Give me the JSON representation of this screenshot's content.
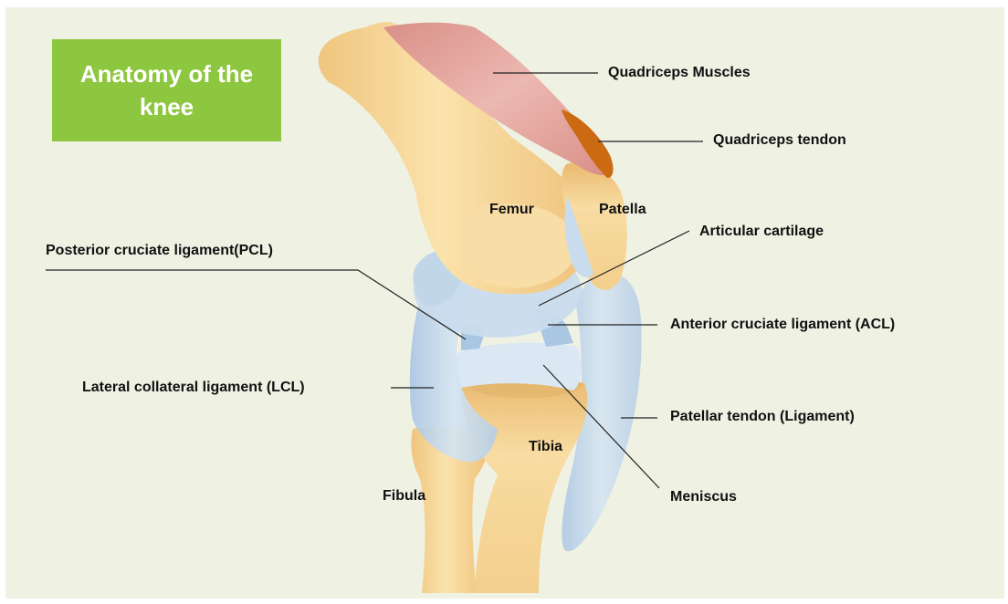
{
  "title": "Anatomy of the knee",
  "labels": {
    "quadriceps_muscles": "Quadriceps Muscles",
    "quadriceps_tendon": "Quadriceps tendon",
    "femur": "Femur",
    "patella": "Patella",
    "articular_cartilage": "Articular cartilage",
    "pcl": "Posterior cruciate ligament(PCL)",
    "acl": "Anterior cruciate ligament (ACL)",
    "lcl": "Lateral collateral ligament (LCL)",
    "patellar_tendon": "Patellar tendon (Ligament)",
    "tibia": "Tibia",
    "meniscus": "Meniscus",
    "fibula": "Fibula"
  },
  "colors": {
    "background": "#eff1e3",
    "title_box": "#8dc63f",
    "bone": "#f6d89a",
    "muscle": "#e3a6a0",
    "tendon": "#cc6a12",
    "ligament": "#bcd3e8",
    "line": "#222222"
  }
}
